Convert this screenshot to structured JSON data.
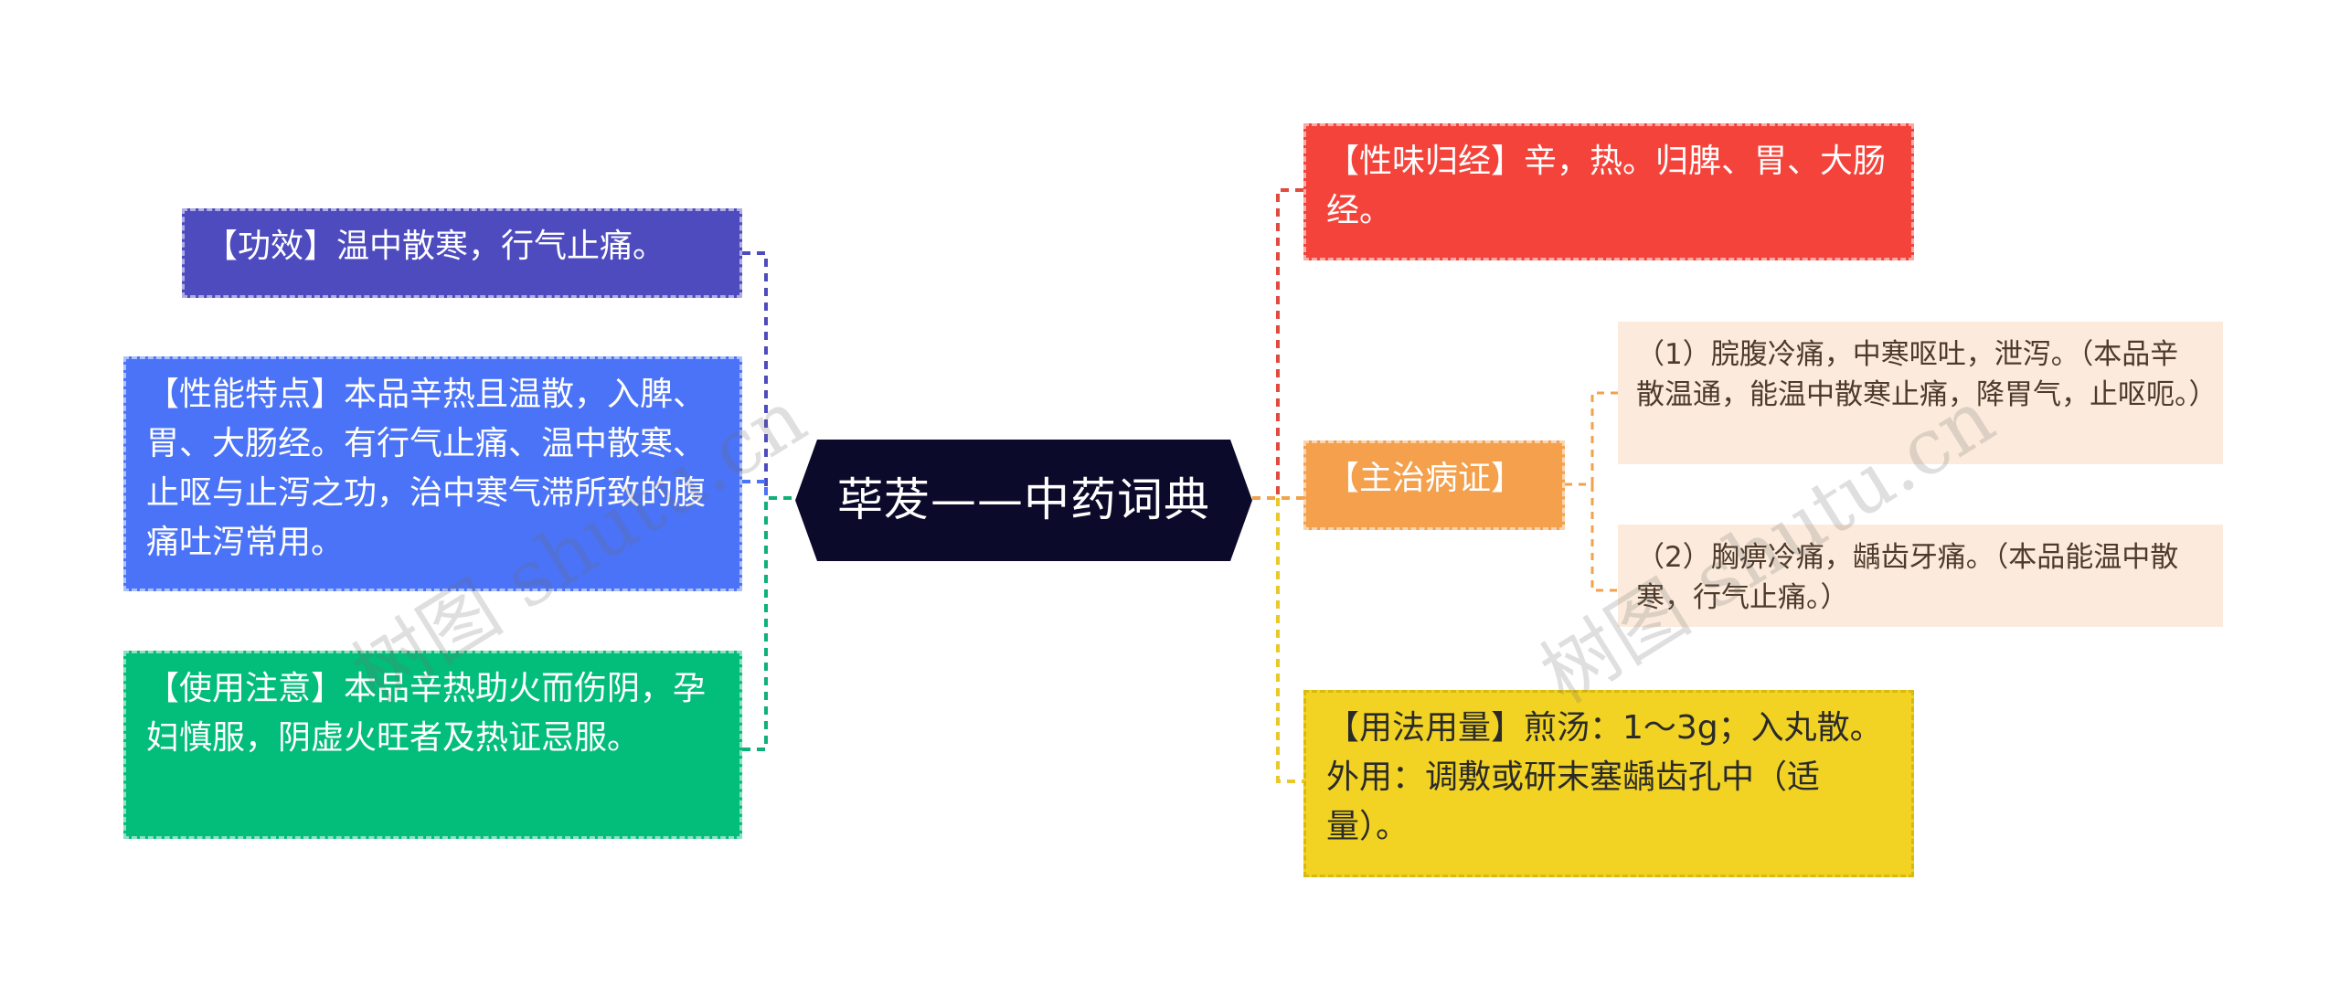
{
  "root": {
    "title": "荜茇——中药词典"
  },
  "left": [
    {
      "id": "gongxiao",
      "text": "【功效】温中散寒，行气止痛。",
      "color": "#4e4bbf"
    },
    {
      "id": "xingneng",
      "text": "【性能特点】本品辛热且温散，入脾、胃、大肠经。有行气止痛、温中散寒、止呕与止泻之功，治中寒气滞所致的腹痛吐泻常用。",
      "color": "#4b73f7"
    },
    {
      "id": "zhuyi",
      "text": "【使用注意】本品辛热助火而伤阴，孕妇慎服，阴虚火旺者及热证忌服。",
      "color": "#03bd7a"
    }
  ],
  "right": [
    {
      "id": "xingwei",
      "text": "【性味归经】辛，热。归脾、胃、大肠经。",
      "color": "#f4433b"
    },
    {
      "id": "zhuzhi",
      "text": "【主治病证】",
      "color": "#f4a04c",
      "children": [
        {
          "text": "（1）脘腹冷痛，中寒呕吐，泄泻。（本品辛散温通，能温中散寒止痛，降胃气，止呕呃。）"
        },
        {
          "text": "（2）胸痹冷痛，龋齿牙痛。（本品能温中散寒，行气止痛。）"
        }
      ]
    },
    {
      "id": "yongfa",
      "text": "【用法用量】煎汤：1～3g；入丸散。外用：调敷或研末塞龋齿孔中（适量）。",
      "color": "#f2d324"
    }
  ],
  "watermark": [
    "树图 shutu.cn",
    "树图 shutu.cn"
  ]
}
